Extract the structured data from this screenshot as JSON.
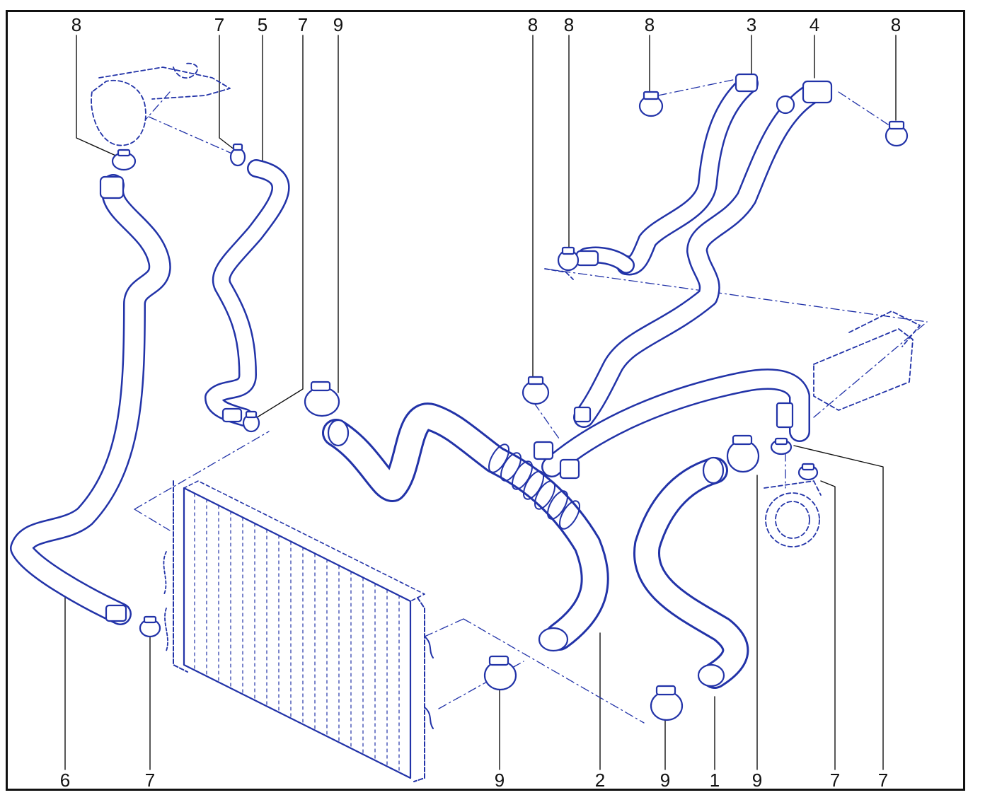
{
  "colors": {
    "line": "#2233a8",
    "text": "#111111",
    "frame": "#111111",
    "background": "#ffffff"
  },
  "callouts": {
    "top": [
      "8",
      "7",
      "5",
      "7",
      "9",
      "8",
      "8",
      "8",
      "3",
      "4",
      "8"
    ],
    "bottom": [
      "6",
      "7",
      "9",
      "2",
      "9",
      "1",
      "9",
      "7",
      "7"
    ]
  }
}
